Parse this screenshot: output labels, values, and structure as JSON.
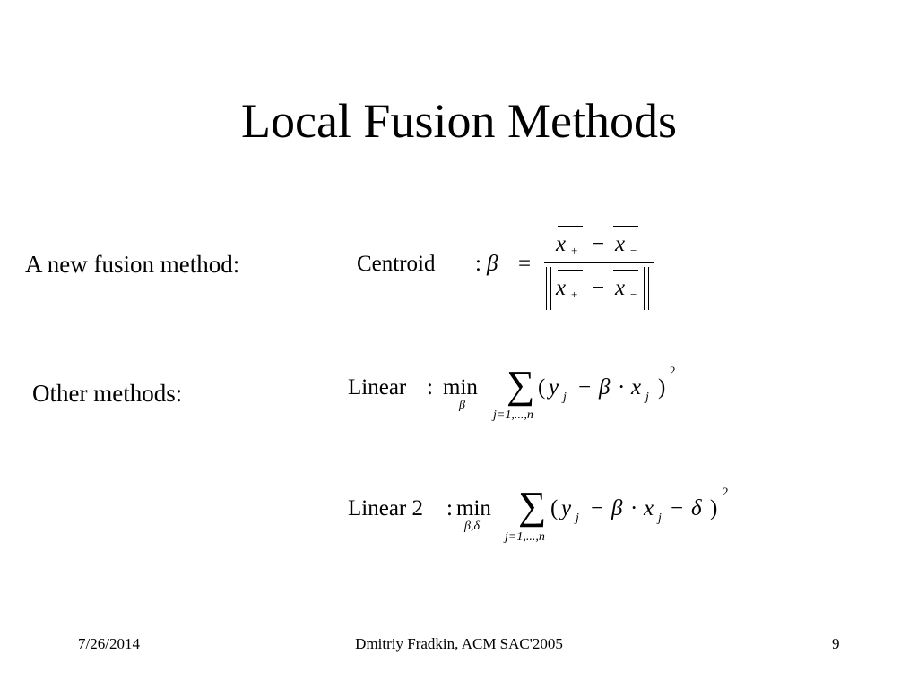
{
  "slide": {
    "title": "Local Fusion Methods",
    "new_method_label": "A new fusion method:",
    "other_methods_label": "Other methods:"
  },
  "formulas": {
    "centroid": {
      "name": "Centroid",
      "colon": ":",
      "lhs": "β",
      "equals": "=",
      "var": "x",
      "sub_plus": "+",
      "sub_minus": "−",
      "minus": "−"
    },
    "linear": {
      "name": "Linear",
      "colon": ":",
      "op": "min",
      "op_sub": "β",
      "sum_sub": "j=1,...,n",
      "expr": "( y  − β · x  )",
      "y_sub": "j",
      "x_sub": "j",
      "power": "2"
    },
    "linear2": {
      "name": "Linear 2",
      "colon": ":",
      "op": "min",
      "op_sub": "β,δ",
      "sum_sub": "j=1,...,n",
      "expr": "( y  − β · x  − δ )",
      "y_sub": "j",
      "x_sub": "j",
      "power": "2"
    }
  },
  "footer": {
    "date": "7/26/2014",
    "center": "Dmitriy Fradkin, ACM SAC'2005",
    "page": "9"
  }
}
